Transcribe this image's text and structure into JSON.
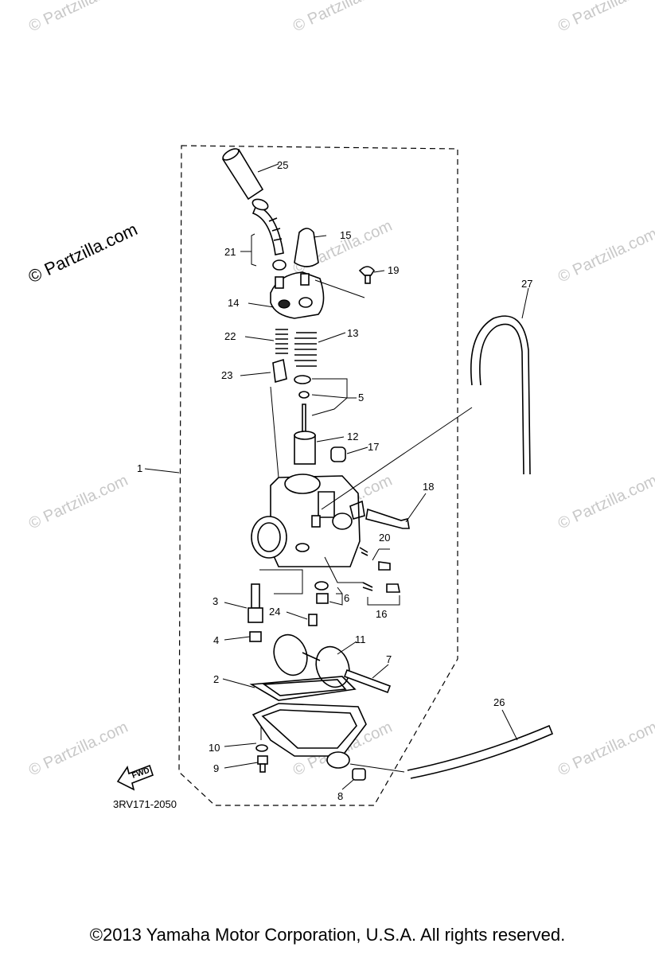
{
  "diagram": {
    "code": "3RV171-2050",
    "fwd_label": "FWD",
    "watermark_main": "© Partzilla.com",
    "watermark_faint": "© Partzilla.com",
    "callouts": {
      "c1": "1",
      "c2": "2",
      "c3": "3",
      "c4": "4",
      "c5": "5",
      "c6": "6",
      "c7": "7",
      "c8": "8",
      "c9": "9",
      "c10": "10",
      "c11": "11",
      "c12": "12",
      "c13": "13",
      "c14": "14",
      "c15": "15",
      "c16": "16",
      "c17": "17",
      "c18": "18",
      "c19": "19",
      "c20": "20",
      "c21": "21",
      "c22": "22",
      "c23": "23",
      "c24": "24",
      "c25": "25",
      "c26": "26",
      "c27": "27"
    }
  },
  "footer": {
    "copyright": "©2013  Yamaha Motor Corporation, U.S.A. All rights reserved."
  }
}
